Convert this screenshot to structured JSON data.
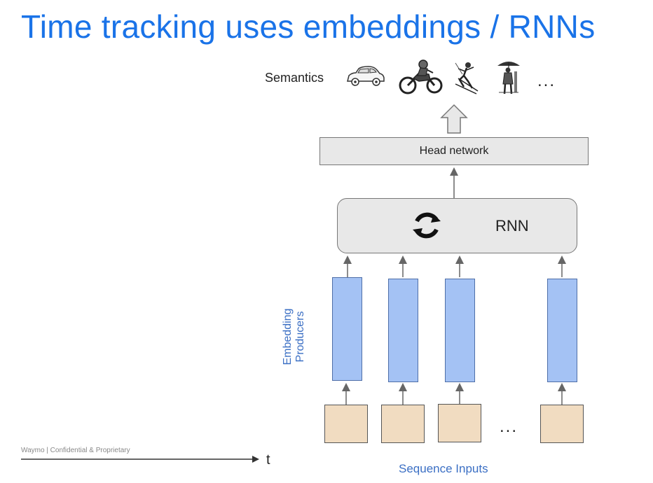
{
  "slide": {
    "title": "Time tracking uses embeddings / RNNs",
    "footer": "Waymo | Confidential & Proprietary"
  },
  "diagram": {
    "semantics_label": "Semantics",
    "semantic_icons": [
      "car-icon",
      "motorcycle-rider-icon",
      "skier-icon",
      "person-with-umbrella-icon"
    ],
    "semantics_ellipsis": "...",
    "head_network_label": "Head network",
    "rnn_label": "RNN",
    "embedding_label": "Embedding Producers",
    "inputs_ellipsis": "...",
    "sequence_inputs_label": "Sequence Inputs",
    "time_axis_label": "t"
  },
  "colors": {
    "title": "#1a73e8",
    "embedding_fill": "#a4c2f4",
    "input_fill": "#f1dcc1",
    "box_fill": "#e8e8e8",
    "label_blue": "#3b6fc4"
  }
}
